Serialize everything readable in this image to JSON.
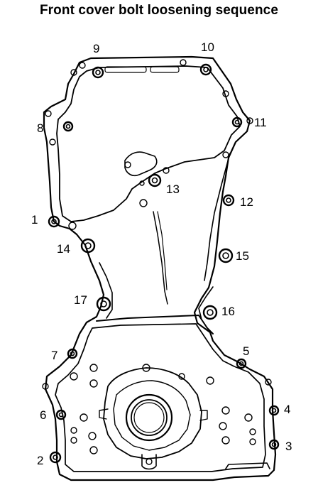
{
  "title": "Front cover bolt loosening sequence",
  "colors": {
    "ink": "#000000",
    "paper": "#ffffff"
  },
  "bolt_labels": {
    "b1": "1",
    "b2": "2",
    "b3": "3",
    "b4": "4",
    "b5": "5",
    "b6": "6",
    "b7": "7",
    "b8": "8",
    "b9": "9",
    "b10": "10",
    "b11": "11",
    "b12": "12",
    "b13": "13",
    "b14": "14",
    "b15": "15",
    "b16": "16",
    "b17": "17"
  }
}
